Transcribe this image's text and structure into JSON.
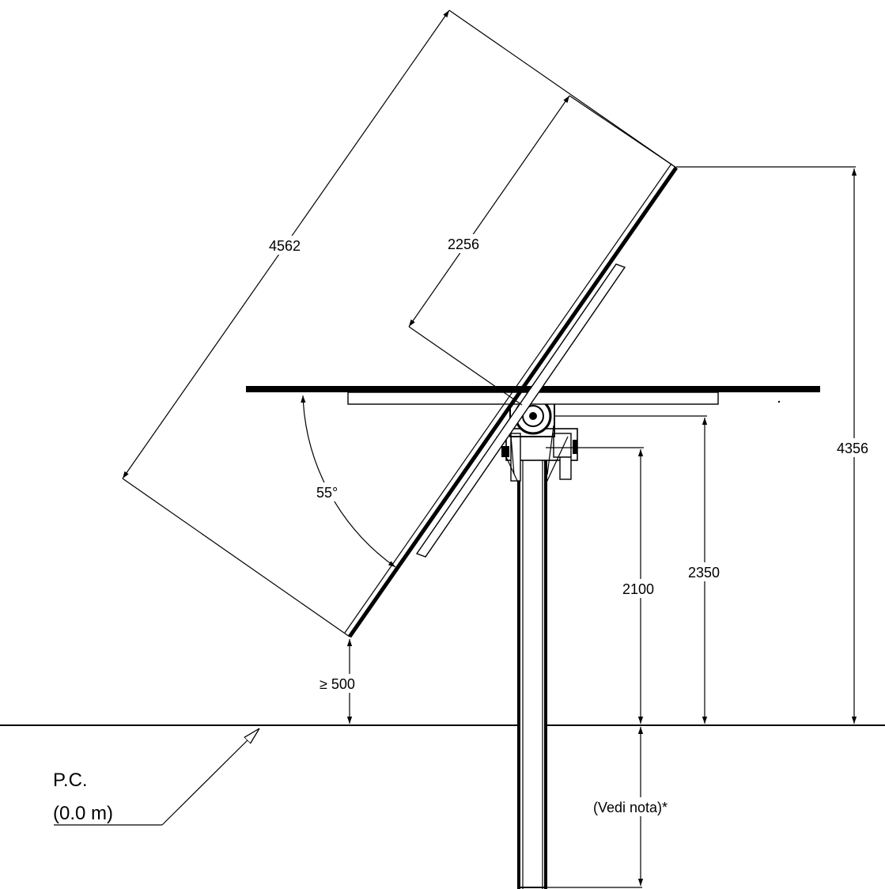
{
  "dimensions": {
    "panel_width": "4562",
    "pivot_to_edge": "2256",
    "max_height": "4356",
    "pivot_height": "2350",
    "post_height": "2100",
    "min_clearance": "≥ 500",
    "tilt_angle": "55°",
    "embedment": "(Vedi nota)*"
  },
  "ground_reference": {
    "label": "P.C.",
    "level": "(0.0 m)"
  }
}
